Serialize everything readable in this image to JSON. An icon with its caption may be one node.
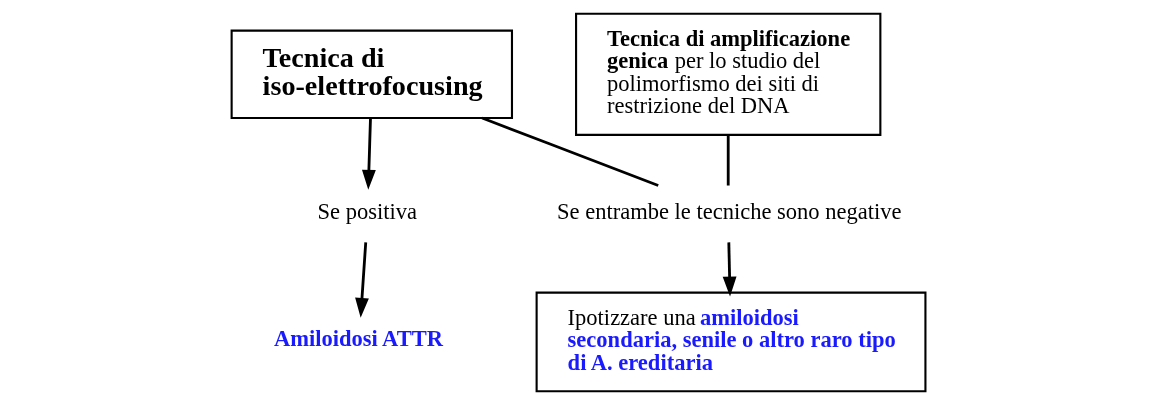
{
  "diagram": {
    "nodes": [
      {
        "text": [
          "**Tecnica di iso-elettrofocusing**"
        ]
      },
      {
        "text": [
          "**Tecnica di amplificazione genica** per lo studio del polimorfismo dei siti di restrizione del DNA"
        ]
      },
      {
        "text": [
          "Se positiva"
        ]
      },
      {
        "text": [
          "Se entrambe le tecniche sono negative"
        ]
      },
      {
        "text": [
          "**Amiloidosi ATTR**"
        ]
      },
      {
        "text": [
          "Ipotizzare una **amiloidosi secondaria, senile o altro raro tipo di A. ereditaria**"
        ]
      }
    ],
    "edges": [
      {
        "from": 0,
        "to": 2,
        "arrow": "to"
      },
      {
        "from": 0,
        "to": 3,
        "arrow": "none"
      },
      {
        "from": 1,
        "to": 3,
        "arrow": "none"
      },
      {
        "from": 2,
        "to": 4,
        "arrow": "to"
      },
      {
        "from": 3,
        "to": 5,
        "arrow": "to"
      }
    ]
  }
}
